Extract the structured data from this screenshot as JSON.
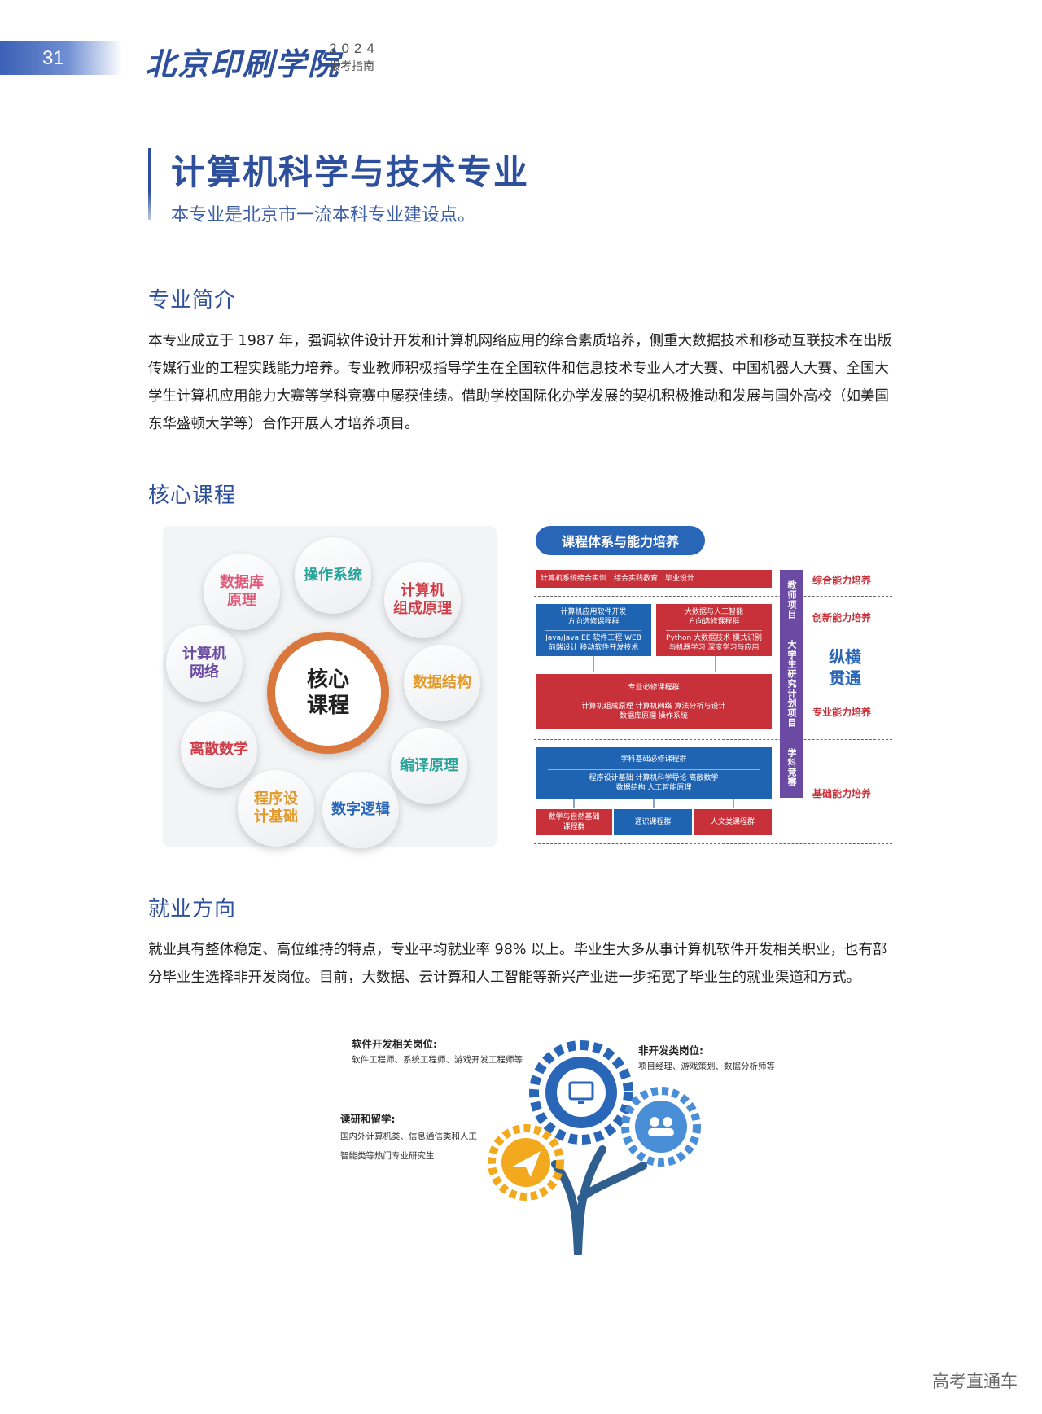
{
  "header": {
    "page_number": "31",
    "school_name": "北京印刷学院",
    "year": "2024",
    "guide": "报考指南"
  },
  "major": {
    "title": "计算机科学与技术专业",
    "subtitle": "本专业是北京市一流本科专业建设点。"
  },
  "intro": {
    "heading": "专业简介",
    "text": "本专业成立于 1987 年，强调软件设计开发和计算机网络应用的综合素质培养，侧重大数据技术和移动互联技术在出版传媒行业的工程实践能力培养。专业教师积极指导学生在全国软件和信息技术专业人才大赛、中国机器人大赛、全国大学生计算机应用能力大赛等学科竞赛中屡获佳绩。借助学校国际化办学发展的契机积极推动和发展与国外高校（如美国东华盛顿大学等）合作开展人才培养项目。"
  },
  "courses": {
    "heading": "核心课程",
    "center": "核心\n课程",
    "items": [
      {
        "label": "操作系统",
        "color": "#2aa39a"
      },
      {
        "label": "计算机\n组成原理",
        "color": "#d23c47"
      },
      {
        "label": "数据结构",
        "color": "#e39a2a"
      },
      {
        "label": "编译原理",
        "color": "#2aa39a"
      },
      {
        "label": "数字逻辑",
        "color": "#2a66b8"
      },
      {
        "label": "程序设\n计基础",
        "color": "#e39a2a"
      },
      {
        "label": "离散数学",
        "color": "#d23c47"
      },
      {
        "label": "计算机\n网络",
        "color": "#6b4aa3"
      },
      {
        "label": "数据库\n原理",
        "color": "#e05a7a"
      }
    ]
  },
  "system": {
    "title": "课程体系与能力培养",
    "top_block": "计算机系统综合实训　综合实践教育　毕业设计",
    "dir1_title": "计算机应用软件开发\n方向选修课程群",
    "dir1_body": "Java/Java EE 软件工程 WEB\n前端设计 移动软件开发技术",
    "dir2_title": "大数据与人工智能\n方向选修课程群",
    "dir2_body": "Python 大数据技术 模式识别\n与机器学习 深度学习与应用",
    "required_title": "专业必修课程群",
    "required_body": "计算机组成原理 计算机网络 算法分析与设计\n数据库原理 操作系统",
    "basic_title": "学科基础必修课程群",
    "basic_body": "程序设计基础 计算机科学导论 离散数学\n数据结构 人工智能原理",
    "bottom1": "数学与自然基础\n课程群",
    "bottom2": "通识课程群",
    "bottom3": "人文类课程群",
    "vbar1": "教师项目",
    "vbar2": "大学生研究计划项目",
    "vbar3": "学科竞赛",
    "label_comprehensive": "综合能力培养",
    "label_innovation": "创新能力培养",
    "label_big": "纵横\n贯通",
    "label_professional": "专业能力培养",
    "label_basic": "基础能力培养"
  },
  "career": {
    "heading": "就业方向",
    "text": "就业具有整体稳定、高位维持的特点，专业平均就业率 98% 以上。毕业生大多从事计算机软件开发相关职业，也有部分毕业生选择非开发岗位。目前，大数据、云计算和人工智能等新兴产业进一步拓宽了毕业生的就业渠道和方式。",
    "dev_title": "软件开发相关岗位:",
    "dev_text": "软件工程师、系统工程师、游戏开发工程师等",
    "nondev_title": "非开发类岗位:",
    "nondev_text": "项目经理、游戏策划、数据分析师等",
    "study_title": "读研和留学:",
    "study_text1": "国内外计算机类、信息通信类和人工",
    "study_text2": "智能类等热门专业研究生"
  },
  "watermark": "高考直通车"
}
